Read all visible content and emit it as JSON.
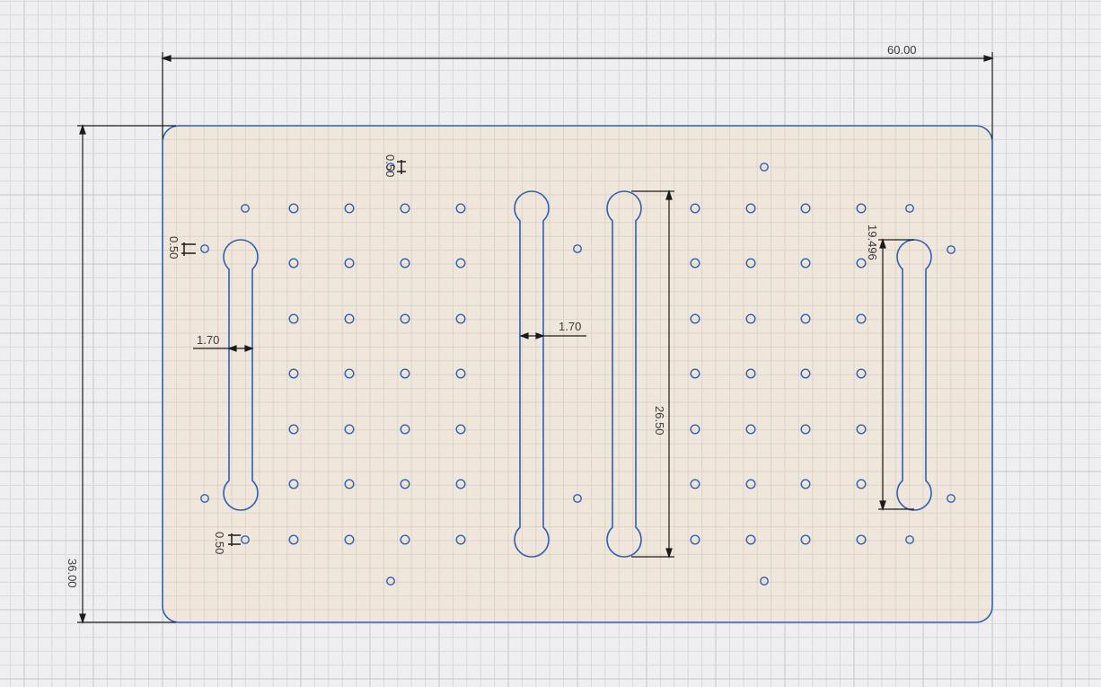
{
  "colors": {
    "background": "#efeef0",
    "grid_minor": "#d9d9dd",
    "grid_major": "#c4c4ca",
    "plate_fill": "#efe4d8",
    "profile": "#2f5fb5",
    "dimension": "#1a1a1a"
  },
  "dimensions": {
    "overall_width": "60.00",
    "overall_height": "36.00",
    "long_slot_length": "26.50",
    "short_slot_length": "19.496",
    "slot_width_left": "1.70",
    "slot_width_center": "1.70",
    "offset_top": "0.50",
    "offset_left": "0.50",
    "offset_bottom": "0.50"
  }
}
